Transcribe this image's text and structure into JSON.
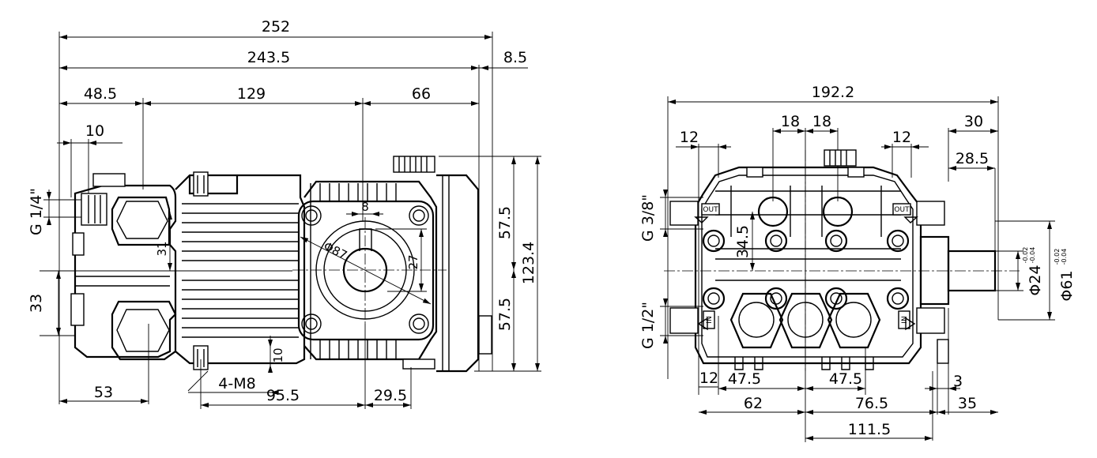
{
  "side_view": {
    "dims": {
      "d252": "252",
      "d243_5": "243.5",
      "d8_5": "8.5",
      "d48_5": "48.5",
      "d129": "129",
      "d66": "66",
      "d10": "10",
      "g14": "G 1/4\"",
      "d31": "31",
      "d33": "33",
      "d8": "8",
      "d87": "Φ87",
      "d27": "27",
      "d57_5a": "57.5",
      "d57_5b": "57.5",
      "d123_4": "123.4",
      "d10v": "10",
      "m8": "4-M8",
      "d53": "53",
      "d95_5": "95.5",
      "d29_5": "29.5"
    }
  },
  "front_view": {
    "dims": {
      "d192_2": "192.2",
      "d12a": "12",
      "d18a": "18",
      "d18b": "18",
      "d12b": "12",
      "d30": "30",
      "d28_5": "28.5",
      "g38": "G 3/8\"",
      "d34_5": "34.5",
      "g12": "G 1/2\"",
      "phi24": "Φ24",
      "phi24_tol_up": "-0.02",
      "phi24_tol_dn": "-0.04",
      "phi61": "Φ61",
      "phi61_tol_up": "-0.02",
      "phi61_tol_dn": "-0.04",
      "d12c": "12",
      "d47_5a": "47.5",
      "d47_5b": "47.5",
      "d3": "3",
      "d62": "62",
      "d76_5": "76.5",
      "d35": "35",
      "d111_5": "111.5",
      "out_l": "OUT",
      "out_r": "OUT",
      "in_l": "IN",
      "in_r": "IN"
    }
  }
}
